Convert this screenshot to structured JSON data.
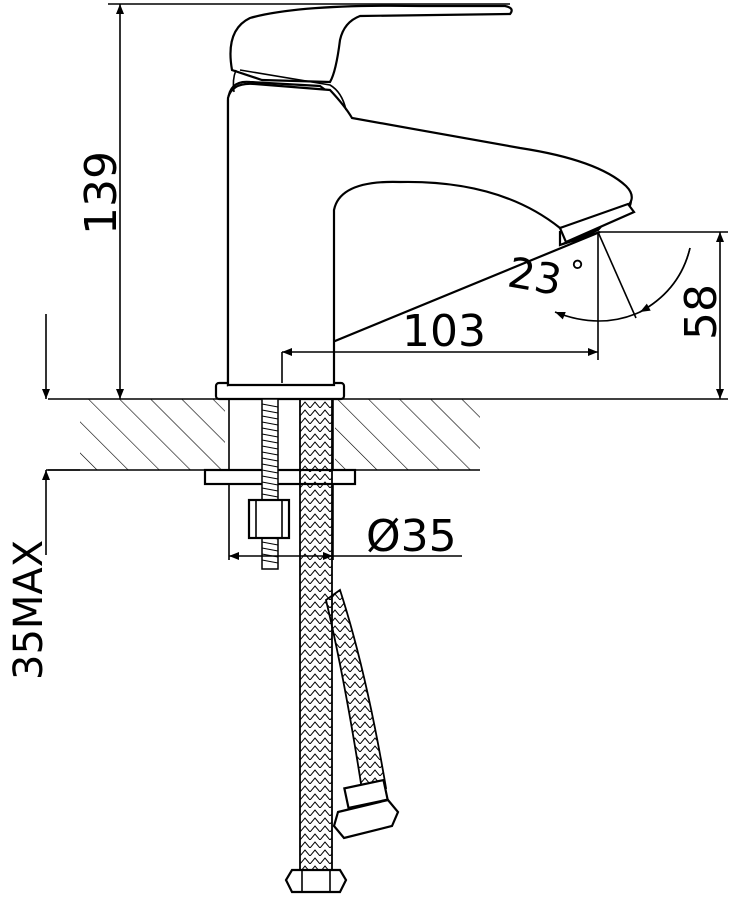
{
  "dimensions": {
    "height_total": "139",
    "angle": "23",
    "angle_unit": "°",
    "reach": "103",
    "spout_height": "58",
    "hole_diameter": "Ø35",
    "max_thickness": "35MAX"
  },
  "colors": {
    "line": "#000000",
    "background": "#ffffff"
  }
}
